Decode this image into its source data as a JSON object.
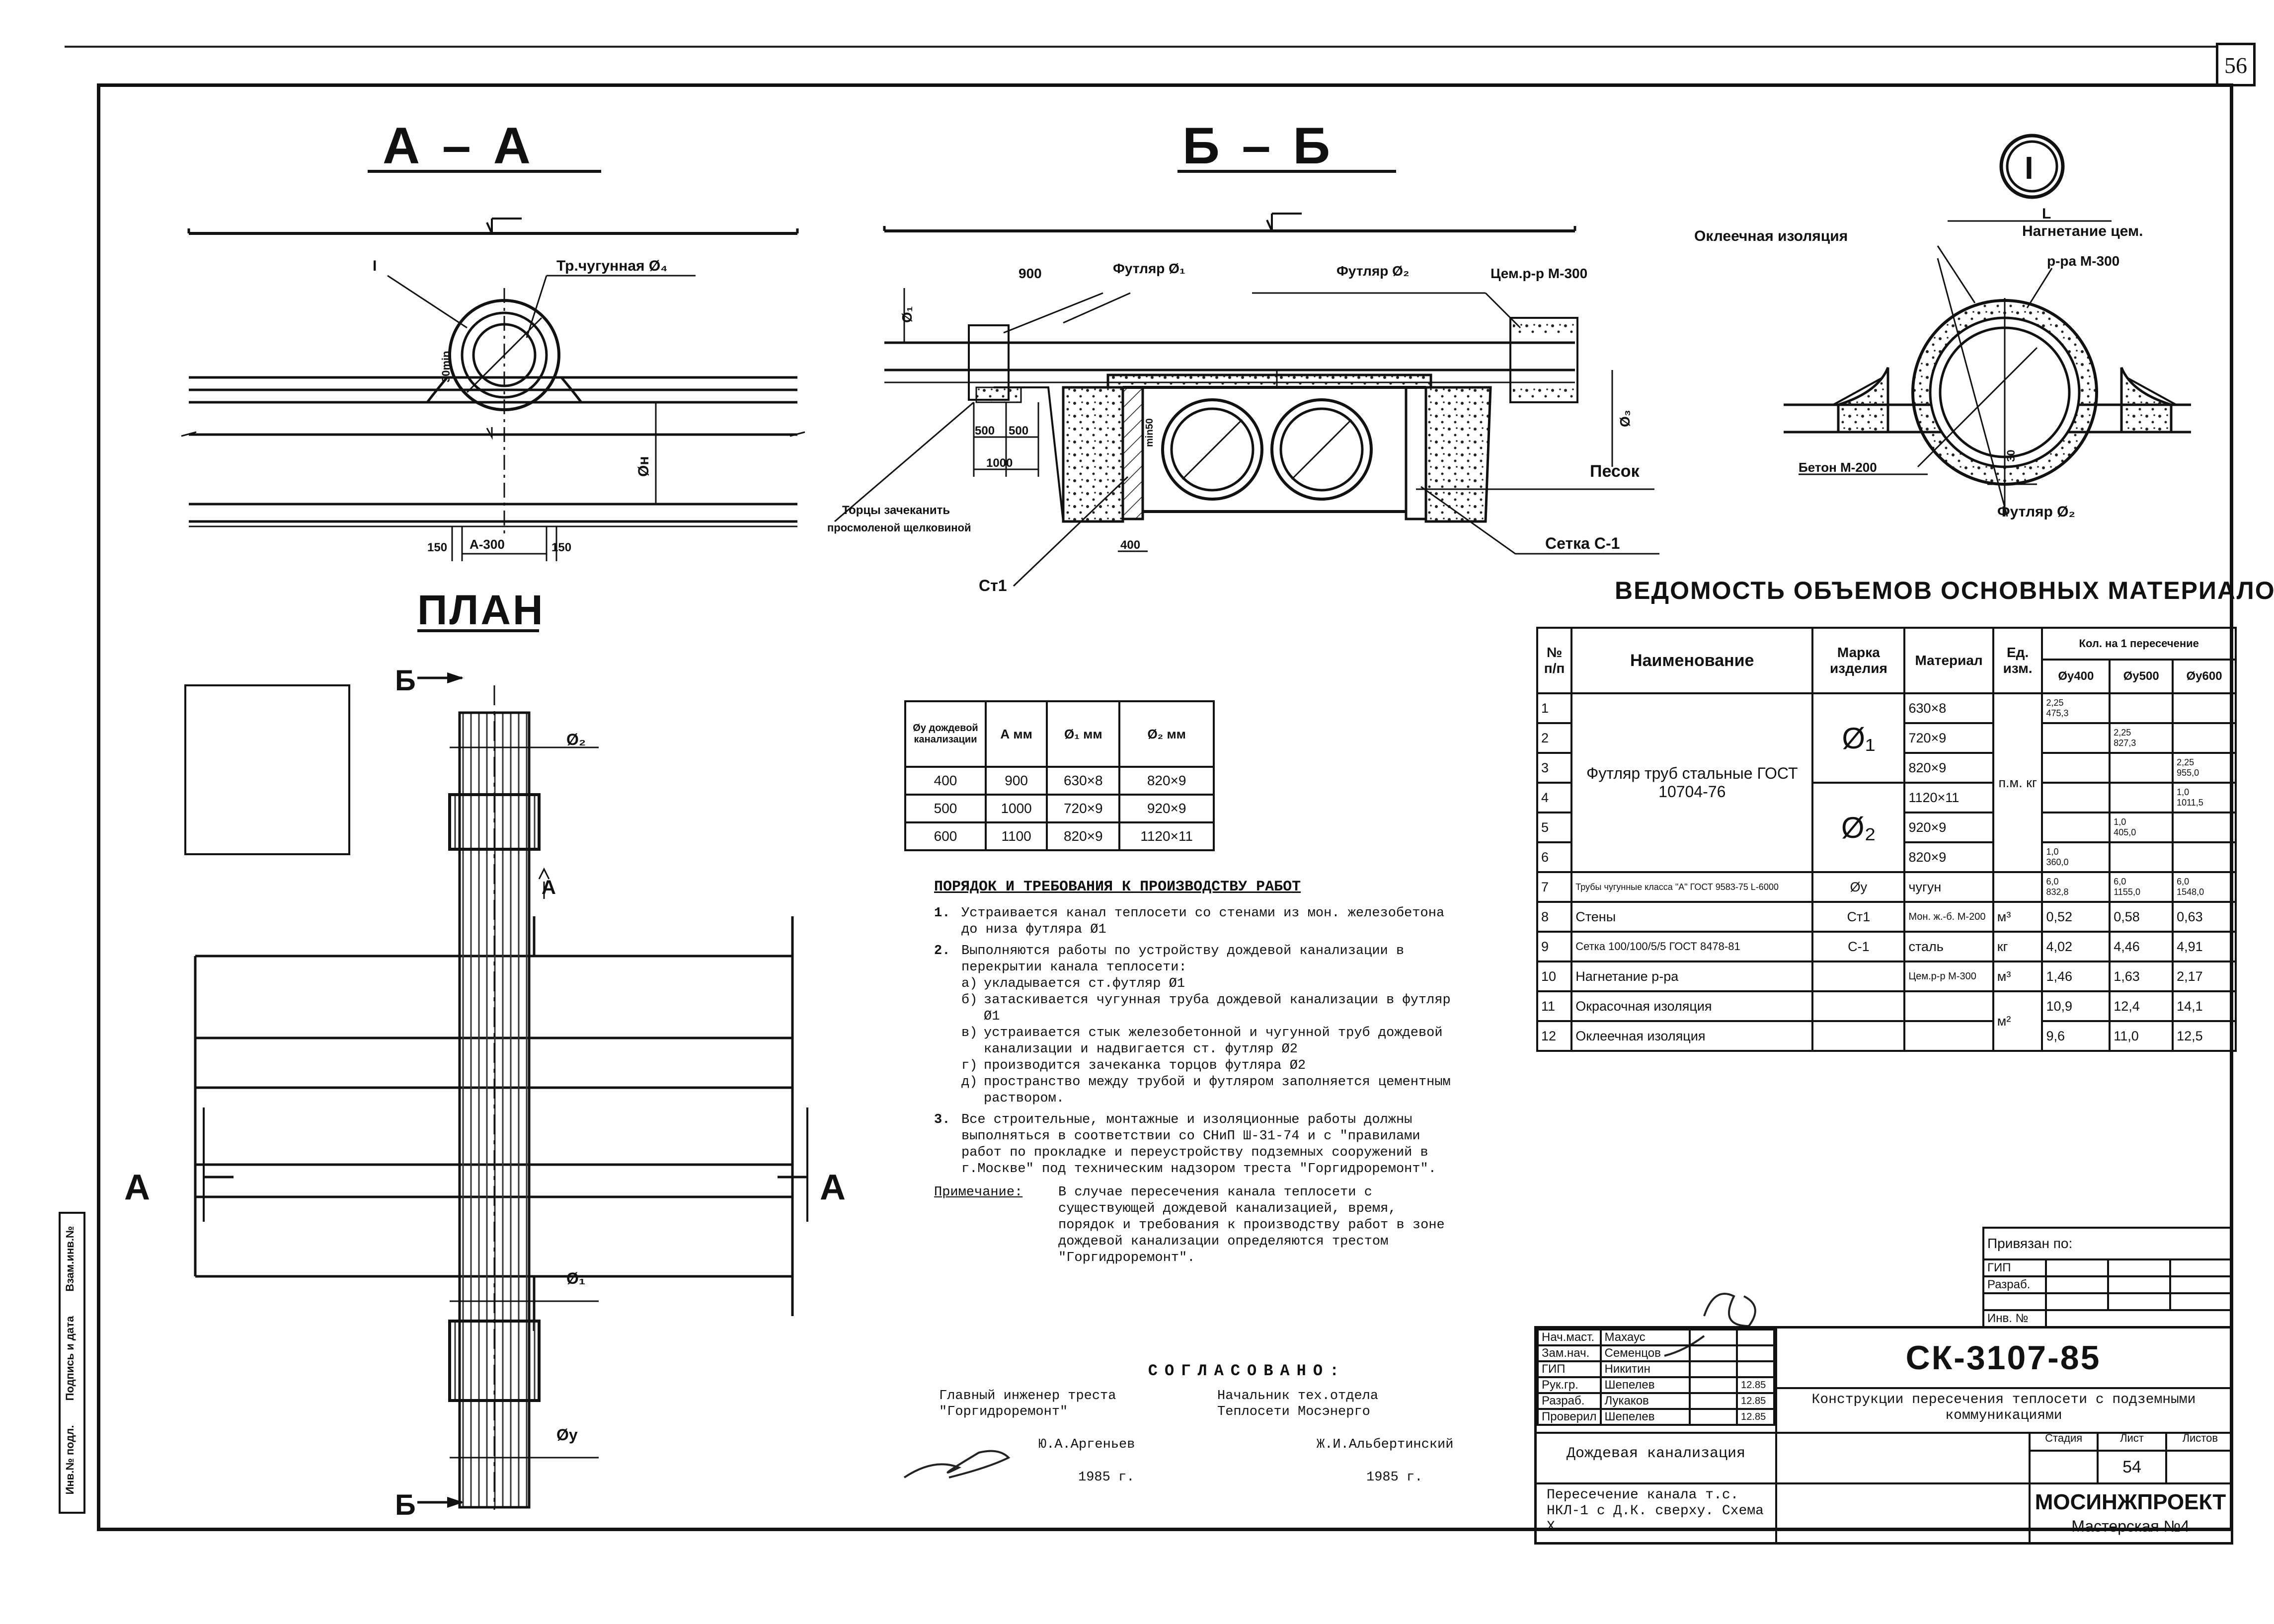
{
  "sheet": {
    "number": "56",
    "sheet_page": "54"
  },
  "views": {
    "section_aa": "А – А",
    "section_bb": "Б – Б",
    "plan": "ПЛАН",
    "detail_mark": "I"
  },
  "labels_aa": {
    "mark_I": "I",
    "pipe_label": "Тр.чугунная Ø₄",
    "dim_30": "30min",
    "phi": "Øн",
    "d150a": "150",
    "d_a300": "А-300",
    "d150b": "150"
  },
  "labels_bb": {
    "d900": "900",
    "case1": "Футляр Ø₁",
    "case2": "Футляр Ø₂",
    "cement": "Цем.р-р М-300",
    "d500a": "500",
    "d500b": "500",
    "d1000": "1000",
    "d400": "400",
    "min50": "min50",
    "sand": "Песок",
    "torcy": "Торцы зачеканить",
    "tarred": "просмоленой щелковиной",
    "setka": "Сетка С-1",
    "wall": "Ст1",
    "phi1": "Ø₁",
    "phi3": "Ø₃"
  },
  "labels_detail": {
    "L": "L",
    "pasted": "Оклеечная изоляция",
    "inject": "Нагнетание цем.",
    "inject2": "р-ра М-300",
    "concrete": "Бетон М-200",
    "case2": "Футляр Ø₂",
    "d30": "30"
  },
  "labels_plan": {
    "b_top": "Б",
    "b_bottom": "Б",
    "a_left": "А",
    "a_right": "А",
    "a_top": "А",
    "phi2": "Ø₂",
    "phi1": "Ø₁",
    "phiy": "Øу"
  },
  "dimension_table": {
    "headers": [
      "Øу дождевой канализации",
      "А мм",
      "Ø₁ мм",
      "Ø₂ мм"
    ],
    "rows": [
      [
        "400",
        "900",
        "630×8",
        "820×9"
      ],
      [
        "500",
        "1000",
        "720×9",
        "920×9"
      ],
      [
        "600",
        "1100",
        "820×9",
        "1120×11"
      ]
    ]
  },
  "notes": {
    "title": "ПОРЯДОК И ТРЕБОВАНИЯ К ПРОИЗВОДСТВУ РАБОТ",
    "n1": "1.",
    "item1": "Устраивается канал теплосети со стенами из мон. железобетона до низа футляра Ø1",
    "n2": "2.",
    "item2": "Выполняются работы по устройству дождевой канализации в перекрытии канала теплосети:",
    "la": "а)",
    "sub_a": "укладывается ст.футляр Ø1",
    "lb": "б)",
    "sub_b": "затаскивается чугунная труба дождевой канализации в футляр Ø1",
    "lv": "в)",
    "sub_v": "устраивается стык железобетонной и чугунной труб дождевой канализации и надвигается ст. футляр Ø2",
    "lg": "г)",
    "sub_g": "производится зачеканка торцов футляра Ø2",
    "ld": "д)",
    "sub_d": "пространство между трубой и футляром заполняется цементным раствором.",
    "n3": "3.",
    "item3": "Все строительные, монтажные и изоляционные работы должны выполняться в соответствии со СНиП Ш-31-74 и с \"правилами работ по прокладке и переустройству подземных сооружений в г.Москве\" под техническим надзором треста \"Горгидроремонт\".",
    "remark_label": "Примечание:",
    "remark": "В случае пересечения канала теплосети с существующей дождевой канализацией, время, порядок и требования к производству работ в зоне дождевой канализации определяются трестом \"Горгидроремонт\"."
  },
  "agreed": {
    "title": "СОГЛАСОВАНО:",
    "left_pos": "Главный инженер треста \"Горгидроремонт\"",
    "left_name": "Ю.А.Аргеньев",
    "left_date": "1985 г.",
    "right_pos": "Начальник тех.отдела Теплосети Мосэнерго",
    "right_name": "Ж.И.Альбертинский",
    "right_date": "1985 г."
  },
  "materials": {
    "title": "ВЕДОМОСТЬ ОБЪЕМОВ ОСНОВНЫХ МАТЕРИАЛОВ",
    "h_num": "№ п/п",
    "h_name": "Наименование",
    "h_mark": "Марка изделия",
    "h_mat": "Материал",
    "h_unit": "Ед. изм.",
    "h_qty": "Кол. на 1 пересечение",
    "h_q1": "Øу400",
    "h_q2": "Øу500",
    "h_q3": "Øу600",
    "case_name": "Футляр труб стальные ГОСТ 10704-76",
    "case_unit": "п.м. кг",
    "rows": [
      {
        "n": "1",
        "mat": "630×8",
        "q1": "2,25\n475,3",
        "q2": "",
        "q3": ""
      },
      {
        "n": "2",
        "mat": "720×9",
        "q1": "",
        "q2": "2,25\n827,3",
        "q3": ""
      },
      {
        "n": "3",
        "mat": "820×9",
        "q1": "",
        "q2": "",
        "q3": "2,25\n955,0"
      },
      {
        "n": "4",
        "mat": "1120×11",
        "q1": "",
        "q2": "",
        "q3": "1,0\n1011,5"
      },
      {
        "n": "5",
        "mat": "920×9",
        "q1": "",
        "q2": "1,0\n405,0",
        "q3": ""
      },
      {
        "n": "6",
        "mat": "820×9",
        "q1": "1,0\n360,0",
        "q2": "",
        "q3": ""
      }
    ],
    "mark_phi1": "Ø₁",
    "mark_phi2": "Ø₂",
    "row7": {
      "n": "7",
      "name": "Трубы чугунные класса \"А\" ГОСТ 9583-75 L-6000",
      "mark": "Øу",
      "mat": "чугун",
      "unit": "",
      "q1": "6,0\n832,8",
      "q2": "6,0\n1155,0",
      "q3": "6,0\n1548,0"
    },
    "row8": {
      "n": "8",
      "name": "Стены",
      "mark": "Ст1",
      "mat": "Мон. ж.-б. М-200",
      "unit": "м³",
      "q1": "0,52",
      "q2": "0,58",
      "q3": "0,63"
    },
    "row9": {
      "n": "9",
      "name": "Сетка 100/100/5/5 ГОСТ 8478-81",
      "mark": "С-1",
      "mat": "сталь",
      "unit": "кг",
      "q1": "4,02",
      "q2": "4,46",
      "q3": "4,91"
    },
    "row10": {
      "n": "10",
      "name": "Нагнетание р-ра",
      "mark": "",
      "mat": "Цем.р-р М-300",
      "unit": "м³",
      "q1": "1,46",
      "q2": "1,63",
      "q3": "2,17"
    },
    "row11": {
      "n": "11",
      "name": "Окрасочная изоляция",
      "mark": "",
      "mat": "",
      "unit": "м²",
      "q1": "10,9",
      "q2": "12,4",
      "q3": "14,1"
    },
    "row12": {
      "n": "12",
      "name": "Оклеечная изоляция",
      "mark": "",
      "mat": "",
      "unit": "",
      "q1": "9,6",
      "q2": "11,0",
      "q3": "12,5"
    }
  },
  "binding": {
    "title": "Привязан по:",
    "gip": "ГИП",
    "razrab": "Разраб.",
    "inv": "Инв. №"
  },
  "stamp": {
    "code": "СК-3107-85",
    "desc": "Конструкции пересечения теплосети с подземными коммуникациями",
    "subject": "Дождевая канализация",
    "stage_h": "Стадия",
    "sheet_h": "Лист",
    "sheets_h": "Листов",
    "drawing": "Пересечение канала т.с. НКЛ-1 с Д.К. сверху. Схема Х.",
    "org": "МОСИНЖПРОЕКТ",
    "workshop": "Мастерская №4",
    "roles": [
      "Нач.маст.",
      "Зам.нач.",
      "ГИП",
      "Рук.гр.",
      "Разраб.",
      "Проверил"
    ],
    "names": [
      "Махаус",
      "Семенцов",
      "Никитин",
      "Шепелев",
      "Лукаков",
      "Шепелев"
    ],
    "dates": [
      "",
      "",
      "",
      "12.85",
      "12.85",
      "12.85"
    ]
  },
  "side_stamp": [
    "Инв.№ подл.",
    "Подпись и дата",
    "Взам.инв.№"
  ]
}
